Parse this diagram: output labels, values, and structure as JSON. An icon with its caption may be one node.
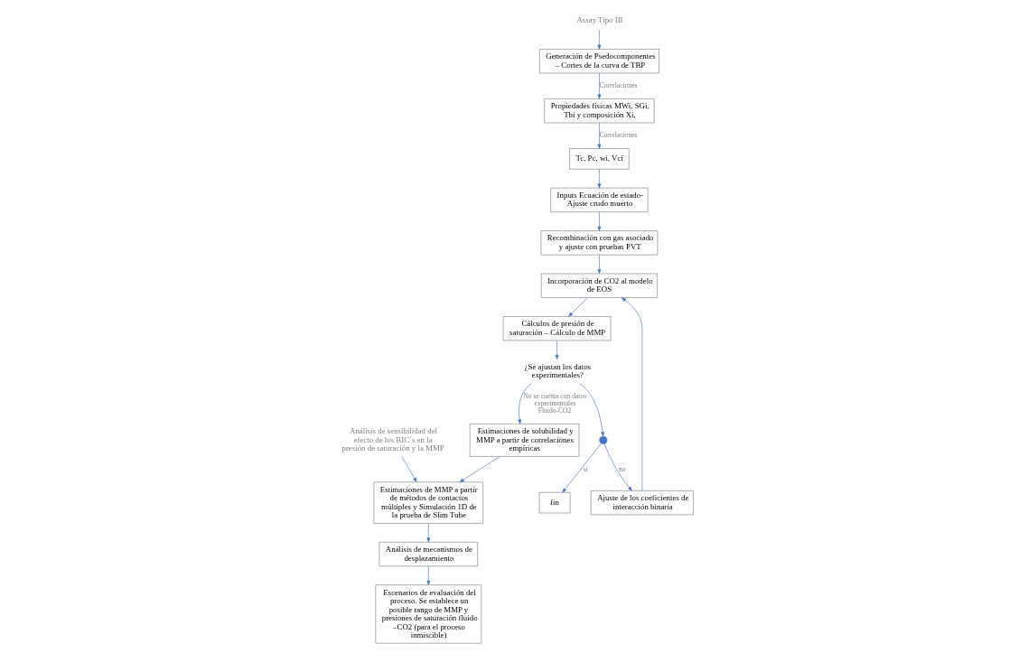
{
  "diagram": {
    "nodes": [
      {
        "text": [
          "Assay Tipo III"
        ]
      },
      {
        "text": [
          "Generación de Psedocomponentes – Cortes de la curva de TBP"
        ]
      },
      {
        "text": [
          "Propiedades físicas MWi, SGi, Tbi y composición Xi,"
        ]
      },
      {
        "text": [
          "Tc, Pc, wi, Vci"
        ]
      },
      {
        "text": [
          "Inputs Ecuación de estado- Ajuste crudo muerto"
        ]
      },
      {
        "text": [
          "Recombinación con gas asociado y ajuste con pruebas PVT"
        ]
      },
      {
        "text": [
          "Incorporación de CO2 al modelo de EOS"
        ]
      },
      {
        "text": [
          "Ajuste de los coeficientes de interacción binaria"
        ]
      },
      {
        "text": [
          "Cálculos de presión de saturación – Cálculo de MMP"
        ]
      },
      {
        "text": [
          "¿Se ajustan los datos experimentales?"
        ]
      },
      {
        "text": [],
        "shape": "circle"
      },
      {
        "text": [
          "fin"
        ]
      },
      {
        "text": [
          "Estimaciones de solubilidad y MMP a partir de correlaciones empíricas"
        ]
      },
      {
        "text": [
          "Estimaciones de MMP a partir de métodos de contactos múltiples y Simulación 1D de la prueba de Slim Tube"
        ]
      },
      {
        "text": [
          "Análisis de sensibilidad del efecto de los BIC´s en la presión de saturación y la MMP"
        ]
      },
      {
        "text": [
          "Análisis de mecanismos de desplazamiento"
        ]
      },
      {
        "text": [
          "Escenarios de evaluación del proceso. Se establece un posible rango de MMP y presiones de saturación fluido –CO2 (para el proceso inmiscible)"
        ]
      }
    ],
    "edges": [
      {
        "from": 0,
        "to": 1,
        "arrow": "to"
      },
      {
        "from": 1,
        "to": 2,
        "arrow": "to",
        "label": "Correlaciones"
      },
      {
        "from": 2,
        "to": 3,
        "arrow": "to",
        "label": "Correlaciones"
      },
      {
        "from": 3,
        "to": 4,
        "arrow": "to"
      },
      {
        "from": 4,
        "to": 5,
        "arrow": "to"
      },
      {
        "from": 5,
        "to": 6,
        "arrow": "to"
      },
      {
        "from": 7,
        "to": 6,
        "arrow": "to"
      },
      {
        "from": 6,
        "to": 8,
        "arrow": "to"
      },
      {
        "from": 8,
        "to": 9,
        "arrow": "to"
      },
      {
        "from": 9,
        "to": 10,
        "arrow": "to"
      },
      {
        "from": 10,
        "to": 7,
        "arrow": "to",
        "label": "no"
      },
      {
        "from": 10,
        "to": 11,
        "arrow": "to",
        "label": "si"
      },
      {
        "from": 9,
        "to": 12,
        "arrow": "to",
        "label": "No se cuenta con datos experimentales Fluido-CO2"
      },
      {
        "from": 12,
        "to": 13,
        "arrow": "to"
      },
      {
        "from": 14,
        "to": 13,
        "arrow": "to"
      },
      {
        "from": 13,
        "to": 15,
        "arrow": "to"
      },
      {
        "from": 15,
        "to": 16,
        "arrow": "to"
      }
    ]
  }
}
